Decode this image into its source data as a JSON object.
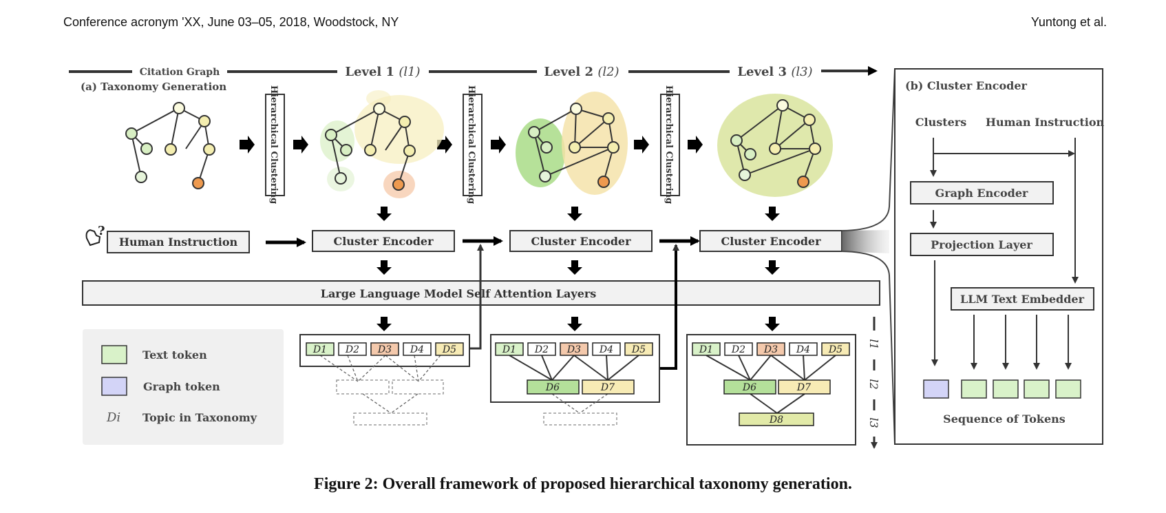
{
  "header": {
    "left": "Conference acronym 'XX, June 03–05, 2018, Woodstock, NY",
    "right": "Yuntong et al."
  },
  "taxonomy": {
    "section_title": "(a) Taxonomy Generation",
    "citation_graph": "Citation Graph",
    "level_1": "Level 1",
    "level_1_sym": "(l1)",
    "level_2": "Level 2",
    "level_2_sym": "(l2)",
    "level_3": "Level 3",
    "level_3_sym": "(l3)",
    "clustering": "Hierarchical Clustering",
    "human_instruction": "Human Instruction",
    "cluster_encoder": "Cluster Encoder",
    "llm_layers": "Large Language Model Self Attention Layers",
    "tokens": [
      "D1",
      "D2",
      "D3",
      "D4",
      "D5"
    ],
    "l2_tokens": [
      "D6",
      "D7"
    ],
    "l3_token": "D8",
    "axis_l1": "l1",
    "axis_l2": "l2",
    "axis_l3": "l3"
  },
  "legend": {
    "text_token": "Text token",
    "graph_token": "Graph token",
    "topic_symbol": "Di",
    "topic": "Topic in Taxonomy"
  },
  "cluster_encoder_panel": {
    "title": "(b) Cluster Encoder",
    "clusters": "Clusters",
    "human_instruction": "Human Instruction",
    "graph_encoder": "Graph Encoder",
    "projection_layer": "Projection Layer",
    "llm_text_embedder": "LLM Text Embedder",
    "sequence": "Sequence of Tokens"
  },
  "colors": {
    "text_token": "#d9f2c9",
    "graph_token": "#d3d4f7",
    "node_green": "#d8efc3",
    "node_yellow": "#f4eeb0",
    "node_orange": "#ee9a4f",
    "token_orange": "#f4c9ac",
    "token_yellow": "#f7ebb5",
    "box_fill": "#f2f2f2"
  },
  "caption": "Figure 2: Overall framework of proposed hierarchical taxonomy generation."
}
